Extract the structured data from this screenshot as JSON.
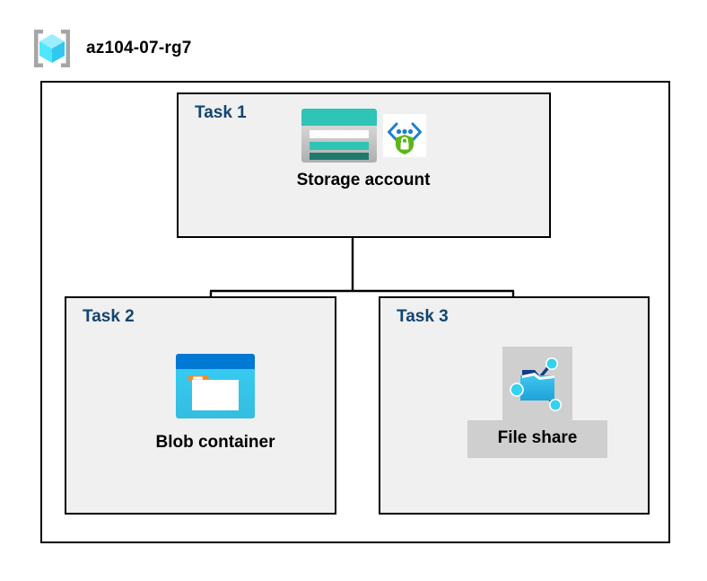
{
  "resource_group": {
    "icon": "resource-group-cube-icon",
    "name": "az104-07-rg7"
  },
  "colors": {
    "task_label": "#12456F",
    "box_fill": "#F0F0F0",
    "box_border": "#000000",
    "container_fill": "#FFFFFF",
    "selection_highlight": "#CFCFCF",
    "storage_teal": "#2EC4B6",
    "storage_teal_dark": "#1F7A6E",
    "blob_blue_dark": "#0078D4",
    "blob_cyan": "#32C8F0",
    "blob_tab_orange": "#F08C2E",
    "shield_green": "#5CB615",
    "bracket_blue": "#1C7FD1",
    "share_node_cyan": "#32D2F0",
    "cube_cyan": "#50E6FF"
  },
  "diagram": {
    "type": "architecture",
    "tasks": [
      {
        "label": "Task 1",
        "node_caption": "Storage account",
        "icons": [
          "storage-account-icon",
          "secure-endpoint-icon"
        ],
        "selected": false
      },
      {
        "label": "Task 2",
        "node_caption": "Blob container",
        "icons": [
          "blob-container-icon"
        ],
        "selected": false
      },
      {
        "label": "Task 3",
        "node_caption": "File share",
        "icons": [
          "file-share-icon"
        ],
        "selected": true
      }
    ],
    "connections": [
      {
        "from": "Storage account",
        "to": "Blob container"
      },
      {
        "from": "Storage account",
        "to": "File share"
      }
    ]
  }
}
